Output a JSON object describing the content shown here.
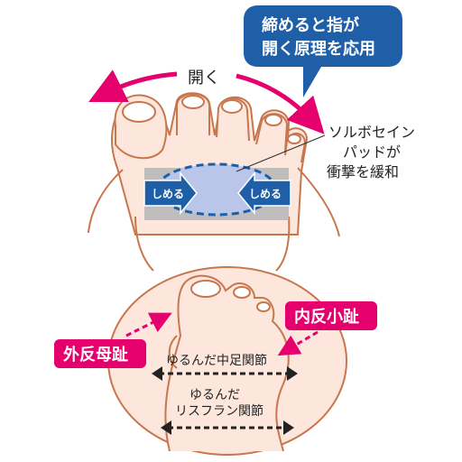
{
  "callout": {
    "line1": "締めると指が",
    "line2": "開く原理を応用",
    "color": "#1f5fa8"
  },
  "spread_label": "開く",
  "pad_note": {
    "line1": "ソルボセイン",
    "line2": "パッドが",
    "line3": "衝撃を緩和"
  },
  "band": {
    "left_label": "しめる",
    "right_label": "しめる",
    "color": "#1f5fa8"
  },
  "labels": {
    "hallux_valgus": "外反母趾",
    "bunionette": "内反小趾",
    "midfoot_joint": "ゆるんだ中足関節",
    "lisfranc_line1": "ゆるんだ",
    "lisfranc_line2": "リスフラン関節"
  },
  "colors": {
    "accent_pink": "#e5006e",
    "skin": "#fde6dc",
    "outline": "#c8764e",
    "pad": "#b9c6ea"
  }
}
